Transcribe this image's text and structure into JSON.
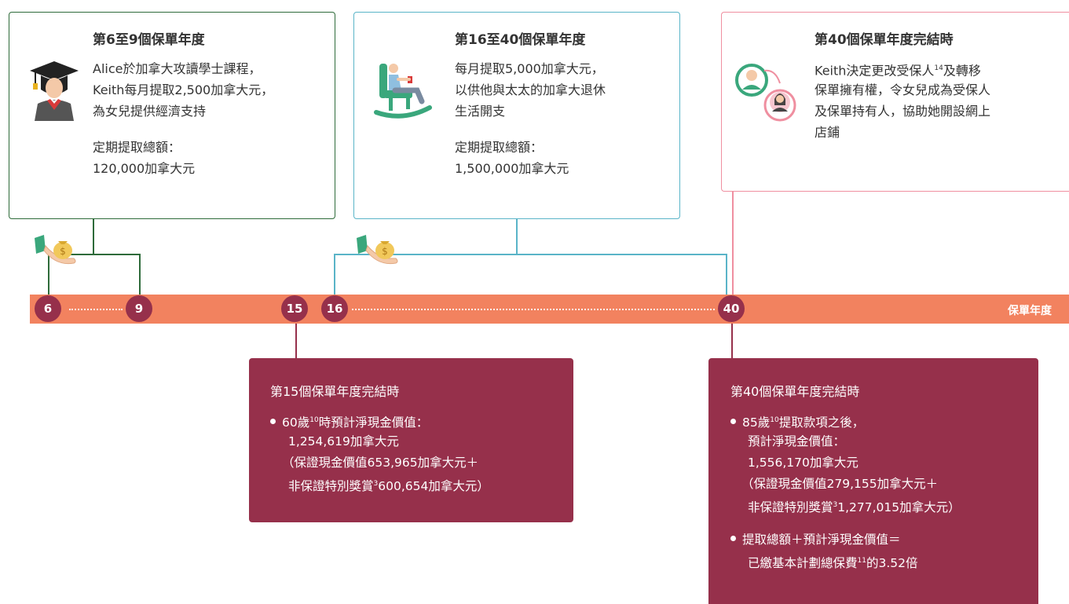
{
  "box1": {
    "title": "第6至9個保單年度",
    "lines": [
      "Alice於加拿大攻讀學士課程，",
      "Keith每月提取2,500加拿大元，",
      "為女兒提供經濟支持"
    ],
    "sum_label": "定期提取總額：",
    "sum_value": "120,000加拿大元"
  },
  "box2": {
    "title": "第16至40個保單年度",
    "lines": [
      "每月提取5,000加拿大元，",
      "以供他與太太的加拿大退休",
      "生活開支"
    ],
    "sum_label": "定期提取總額：",
    "sum_value": "1,500,000加拿大元"
  },
  "box3": {
    "title": "第40個保單年度完結時",
    "line1_pre": "Keith決定更改受保人",
    "line1_sup": "14",
    "line1_post": "及轉移",
    "lines": [
      "保單擁有權，令女兒成為受保人",
      "及保單持有人，協助她開設網上",
      "店鋪"
    ]
  },
  "timeline": {
    "markers": [
      "6",
      "9",
      "15",
      "16",
      "40"
    ],
    "axis_label": "保單年度"
  },
  "red1": {
    "title": "第15個保單年度完結時",
    "b1_pre": "60歲",
    "b1_sup": "10",
    "b1_post": "時預計淨現金價值：",
    "value": "1,254,619加拿大元",
    "paren1": "（保證現金價值653,965加拿大元＋",
    "paren2_pre": "非保證特別獎賞",
    "paren2_sup": "3",
    "paren2_post": "600,654加拿大元）"
  },
  "red2": {
    "title": "第40個保單年度完結時",
    "b1_pre": "85歲",
    "b1_sup": "10",
    "b1_post": "提取款項之後，",
    "line2": "預計淨現金價值：",
    "value": "1,556,170加拿大元",
    "paren1": "（保證現金價值279,155加拿大元＋",
    "paren2_pre": "非保證特別獎賞",
    "paren2_sup": "3",
    "paren2_post": "1,277,015加拿大元）",
    "b2_line1": "提取總額＋預計淨現金價值＝",
    "b2_pre": "已繳基本計劃總保費",
    "b2_sup": "11",
    "b2_post": "的3.52倍"
  },
  "colors": {
    "green": "#2e6b3a",
    "teal": "#5ab4c8",
    "pink": "#ef8fa0",
    "timeline": "#f2825f",
    "maroon": "#96304b"
  },
  "icons": [
    "graduate-icon",
    "rocking-chair-icon",
    "ownership-transfer-icon",
    "money-bag-hand-icon"
  ]
}
